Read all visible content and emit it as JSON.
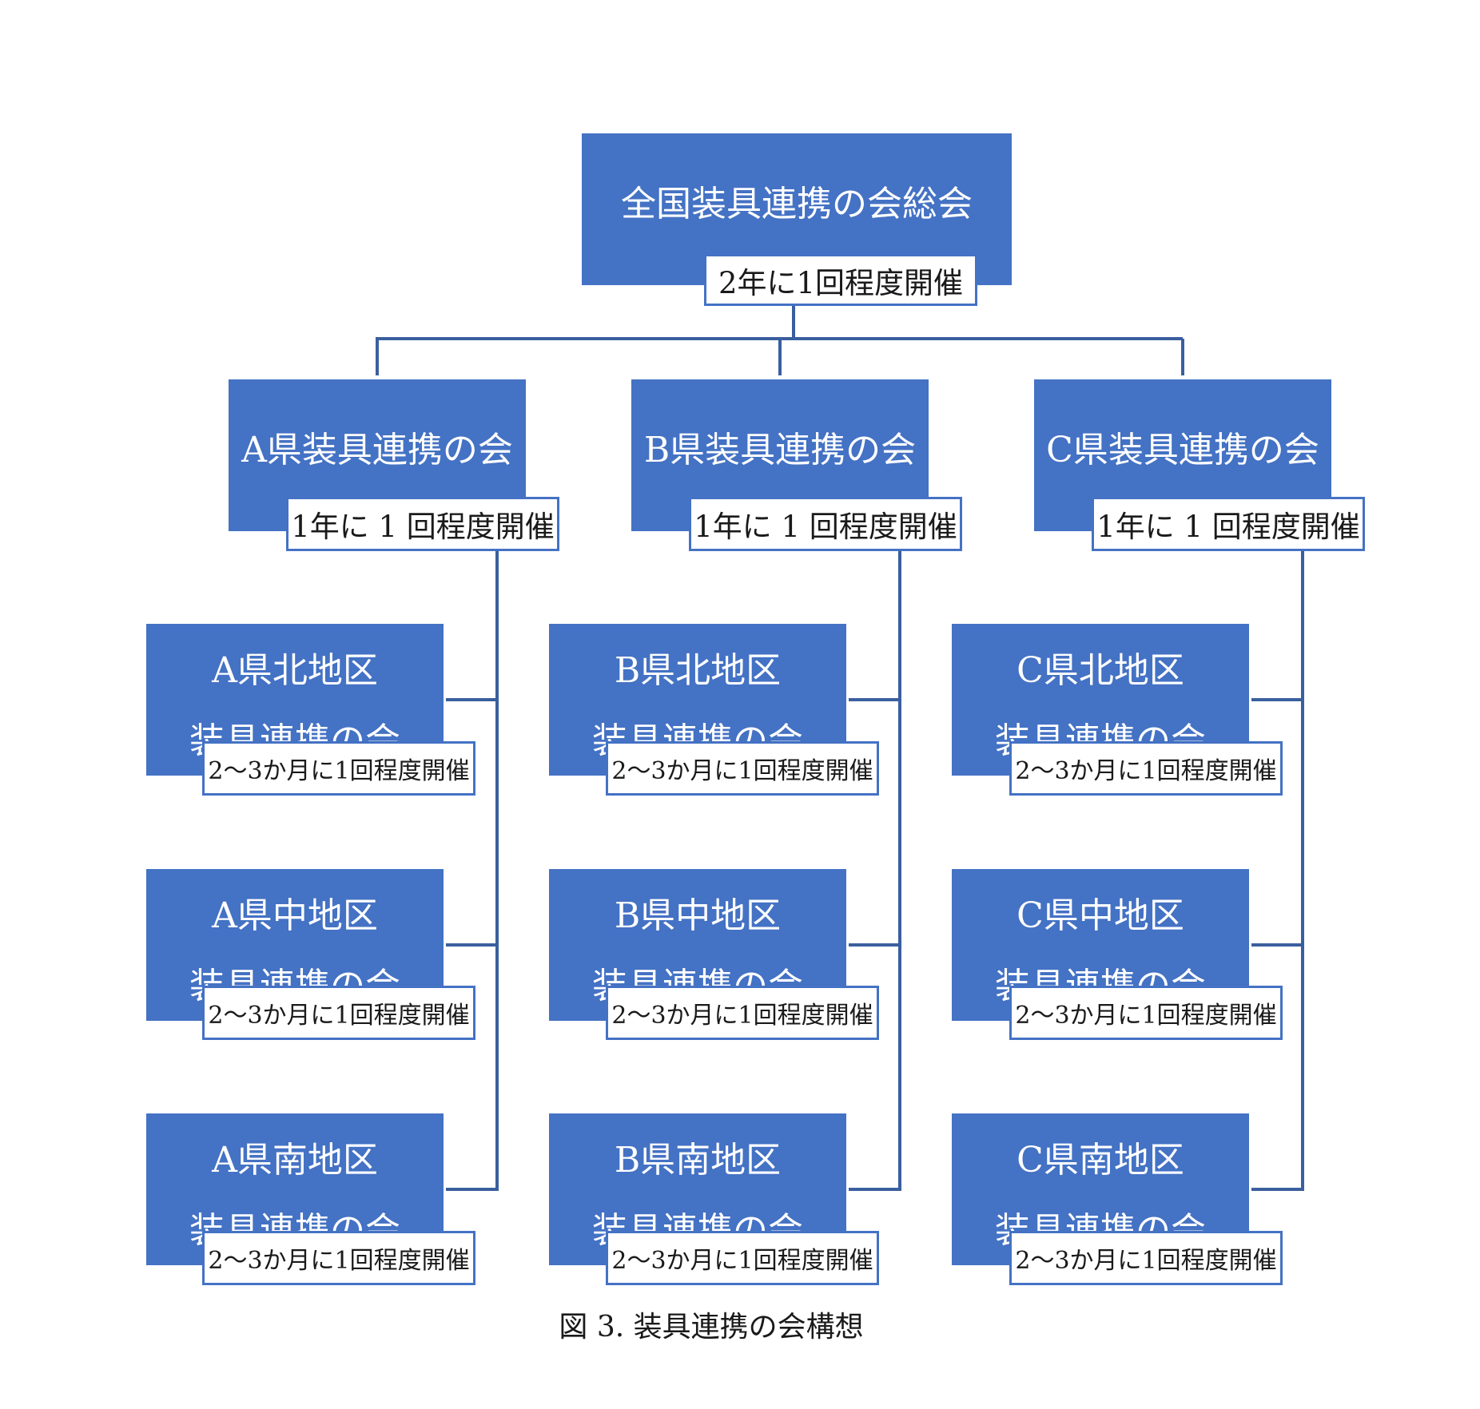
{
  "colors": {
    "box_fill": "#4472c4",
    "line": "#3a5f9e",
    "tag_border": "#4472c4",
    "text_on_box": "#ffffff"
  },
  "top": {
    "title": "全国装具連携の会総会",
    "frequency": "2年に1回程度開催"
  },
  "prefectures": [
    {
      "title": "A県装具連携の会",
      "frequency": "1年に 1 回程度開催",
      "districts": [
        {
          "name": "A県北地区",
          "sub": "装具連携の会",
          "frequency": "2～3か月に1回程度開催"
        },
        {
          "name": "A県中地区",
          "sub": "装具連携の会",
          "frequency": "2～3か月に1回程度開催"
        },
        {
          "name": "A県南地区",
          "sub": "装具連携の会",
          "frequency": "2～3か月に1回程度開催"
        }
      ]
    },
    {
      "title": "B県装具連携の会",
      "frequency": "1年に 1 回程度開催",
      "districts": [
        {
          "name": "B県北地区",
          "sub": "装具連携の会",
          "frequency": "2～3か月に1回程度開催"
        },
        {
          "name": "B県中地区",
          "sub": "装具連携の会",
          "frequency": "2～3か月に1回程度開催"
        },
        {
          "name": "B県南地区",
          "sub": "装具連携の会",
          "frequency": "2～3か月に1回程度開催"
        }
      ]
    },
    {
      "title": "C県装具連携の会",
      "frequency": "1年に 1 回程度開催",
      "districts": [
        {
          "name": "C県北地区",
          "sub": "装具連携の会",
          "frequency": "2～3か月に1回程度開催"
        },
        {
          "name": "C県中地区",
          "sub": "装具連携の会",
          "frequency": "2～3か月に1回程度開催"
        },
        {
          "name": "C県南地区",
          "sub": "装具連携の会",
          "frequency": "2～3か月に1回程度開催"
        }
      ]
    }
  ],
  "caption": "図 3.  装具連携の会構想"
}
